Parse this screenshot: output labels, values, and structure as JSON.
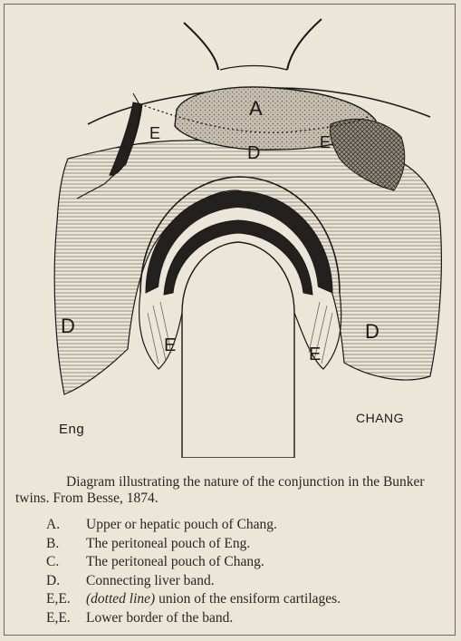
{
  "figure": {
    "region_labels": {
      "A": "A",
      "D_top": "D",
      "E_upper_left": "E",
      "E_upper_right": "E",
      "D_left": "D",
      "D_right": "D",
      "E_lower_left": "E",
      "E_lower_right": "E"
    },
    "twin_left": "Eng",
    "twin_right": "Chang",
    "colors": {
      "ink": "#1c1915",
      "pouch_fill": "#b9b2a4",
      "band_fill": "#d3ccbd",
      "dark_pouch": "#232020"
    }
  },
  "caption": "Diagram illustrating the nature of the conjunction in the Bunker twins. From Besse, 1874.",
  "legend": [
    {
      "key": "A.",
      "desc": "Upper or hepatic pouch of Chang."
    },
    {
      "key": "B.",
      "desc": "The peritoneal pouch of Eng."
    },
    {
      "key": "C.",
      "desc": "The peritoneal pouch of Chang."
    },
    {
      "key": "D.",
      "desc": "Connecting liver band."
    },
    {
      "key": "E,E.",
      "desc_italic": "(dotted line)",
      "desc": " union of the ensiform cartilages."
    },
    {
      "key": "E,E.",
      "desc": "Lower border of the band."
    }
  ]
}
